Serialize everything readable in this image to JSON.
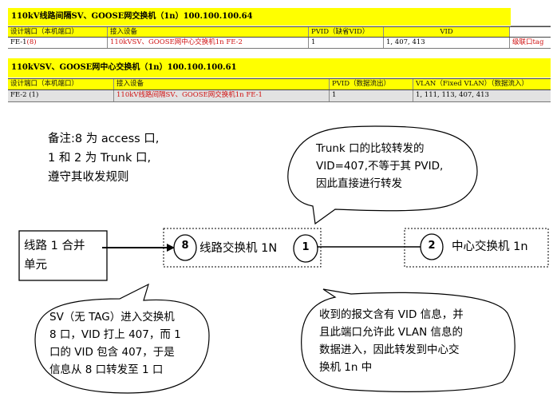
{
  "table1": {
    "title": "110kV线路间隔SV、GOOSE网交换机（1n）100.100.100.64",
    "headers": [
      "设计端口（本机端口）",
      "接入设备",
      "PVID（缺省VID）",
      "VID"
    ],
    "row": {
      "port_name": "FE-1",
      "port_num": "(8)",
      "device": "110kVSV、GOOSE网中心交换机1n FE-2",
      "pvid": "1",
      "vid": "1, 407, 413",
      "note": "级联口tag"
    }
  },
  "table2": {
    "title": "110kVSV、GOOSE网中心交换机（1n）100.100.100.61",
    "headers": [
      "设计端口（本机端口）",
      "接入设备",
      "PVID（数据流出）",
      "VLAN（Fixed VLAN）（数据流入）"
    ],
    "row": {
      "port": "FE-2 (1)",
      "device": "110kV线路间隔SV、GOOSE网交换机1n FE-1",
      "pvid": "1",
      "vlan": "1, 111, 113, 407, 413"
    }
  },
  "note": {
    "line1": "备注:8 为 access 口,",
    "line2": "1 和 2 为 Trunk 口,",
    "line3": "遵守其收发规则"
  },
  "callout_top": {
    "line1": "Trunk 口的比较转发的",
    "line2": "VID=407,不等于其 PVID,",
    "line3": "因此直接进行转发"
  },
  "source_box": {
    "line1": "线路 1 合并",
    "line2": "单元"
  },
  "line_switch": {
    "label": "线路交换机 1N",
    "port_in": "8",
    "port_out": "1"
  },
  "center_switch": {
    "label": "中心交换机 1n",
    "port": "2"
  },
  "callout_bottom_left": {
    "line1": "SV（无 TAG）进入交换机",
    "line2": "8 口，VID 打上 407，而 1",
    "line3": "口的 VID 包含 407，于是",
    "line4": "信息从 8 口转发至 1 口"
  },
  "callout_bottom_right": {
    "line1": "收到的报文含有 VID 信息，并",
    "line2": "且此端口允许此 VLAN 信息的",
    "line3": "数据进入，因此转发到中心交",
    "line4": "换机 1n 中"
  },
  "colors": {
    "header_yellow": "#ffff00",
    "port_red": "#d01010",
    "row_gray": "#e2e2e2"
  }
}
